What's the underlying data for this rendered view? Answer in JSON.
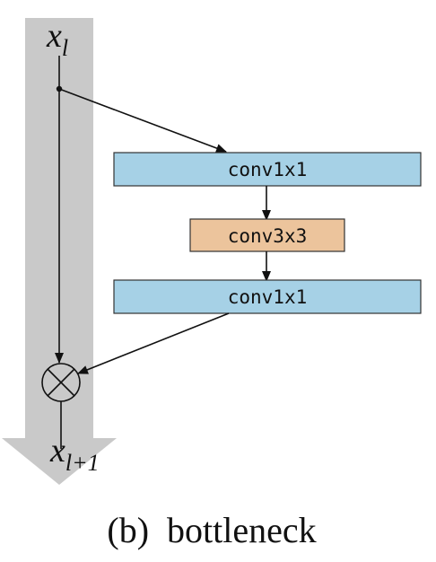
{
  "diagram": {
    "input_label_base": "x",
    "input_label_sub": "l",
    "output_label_base": "x",
    "output_label_sub": "l+1",
    "boxes": [
      {
        "label": "conv1x1",
        "color": "#a6d1e6"
      },
      {
        "label": "conv3x3",
        "color": "#ecc49c"
      },
      {
        "label": "conv1x1",
        "color": "#a6d1e6"
      }
    ],
    "operator_symbol": "multiply-circle",
    "caption": "(b)  bottleneck"
  },
  "colors": {
    "skip_band": "#c9c9c9",
    "box_border": "#333333",
    "line": "#111111"
  }
}
